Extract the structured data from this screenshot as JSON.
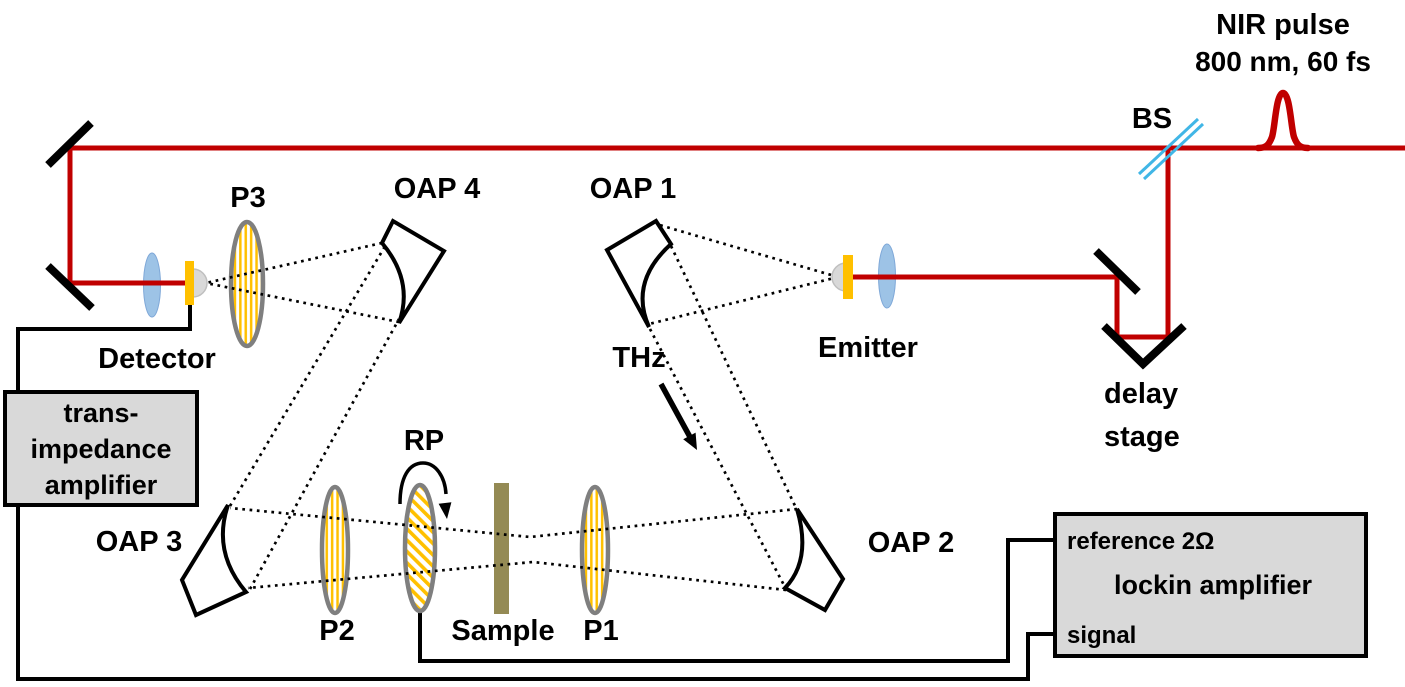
{
  "labels": {
    "nir_pulse": "NIR pulse",
    "nir_specs": "800 nm, 60 fs",
    "bs": "BS",
    "delay_line1": "delay",
    "delay_line2": "stage",
    "emitter": "Emitter",
    "detector": "Detector",
    "thz": "THz",
    "oap1": "OAP 1",
    "oap2": "OAP 2",
    "oap3": "OAP 3",
    "oap4": "OAP 4",
    "p1": "P1",
    "p2": "P2",
    "p3": "P3",
    "rp": "RP",
    "sample": "Sample"
  },
  "boxes": {
    "transimpedance": {
      "line1": "trans-",
      "line2": "impedance",
      "line3": "amplifier"
    },
    "lockin": {
      "reference": "reference 2Ω",
      "title": "lockin amplifier",
      "signal": "signal"
    }
  },
  "colors": {
    "beam_red": "#c00000",
    "bs_blue": "#41b6e6",
    "lens_blue": "#9dc3e6",
    "chip_gold": "#ffc000",
    "polarizer_stripe": "#ffc000",
    "polarizer_ring": "#7f7f7f",
    "hemisphere_gray": "#d9d9d9",
    "box_fill": "#d9d9d9",
    "sample_olive": "#948a54",
    "line_black": "#000000"
  }
}
